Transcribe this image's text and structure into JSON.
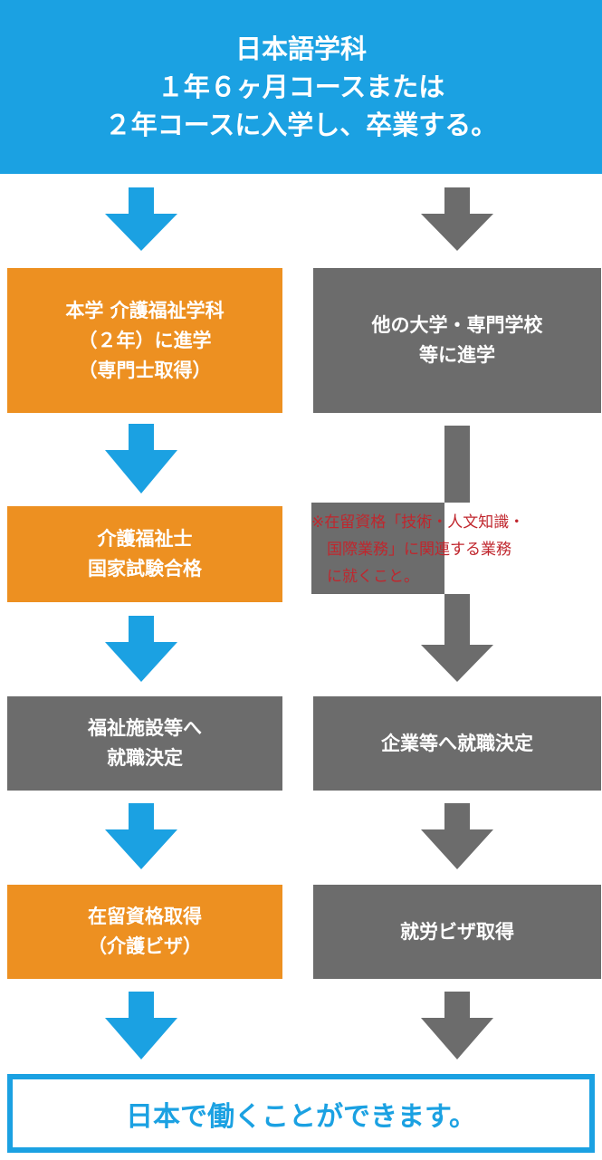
{
  "colors": {
    "blue": "#1ba1e2",
    "orange": "#ed9021",
    "gray": "#6c6c6c",
    "note_red": "#c0262d"
  },
  "header": {
    "text": "日本語学科\n１年６ヶ月コースまたは\n２年コースに入学し、卒業する。"
  },
  "left_column": {
    "step1": "本学 介護福祉学科\n（２年）に進学\n（専門士取得）",
    "step2": "介護福祉士\n国家試験合格",
    "step3": "福祉施設等へ\n就職決定",
    "step4": "在留資格取得\n（介護ビザ）"
  },
  "right_column": {
    "step1": "他の大学・専門学校\n等に進学",
    "note": "※在留資格「技術・人文知識・\n　国際業務」に関連する業務\n　に就くこと。",
    "step2": "企業等へ就職決定",
    "step3": "就労ビザ取得"
  },
  "footer": {
    "text": "日本で働くことができます。"
  }
}
